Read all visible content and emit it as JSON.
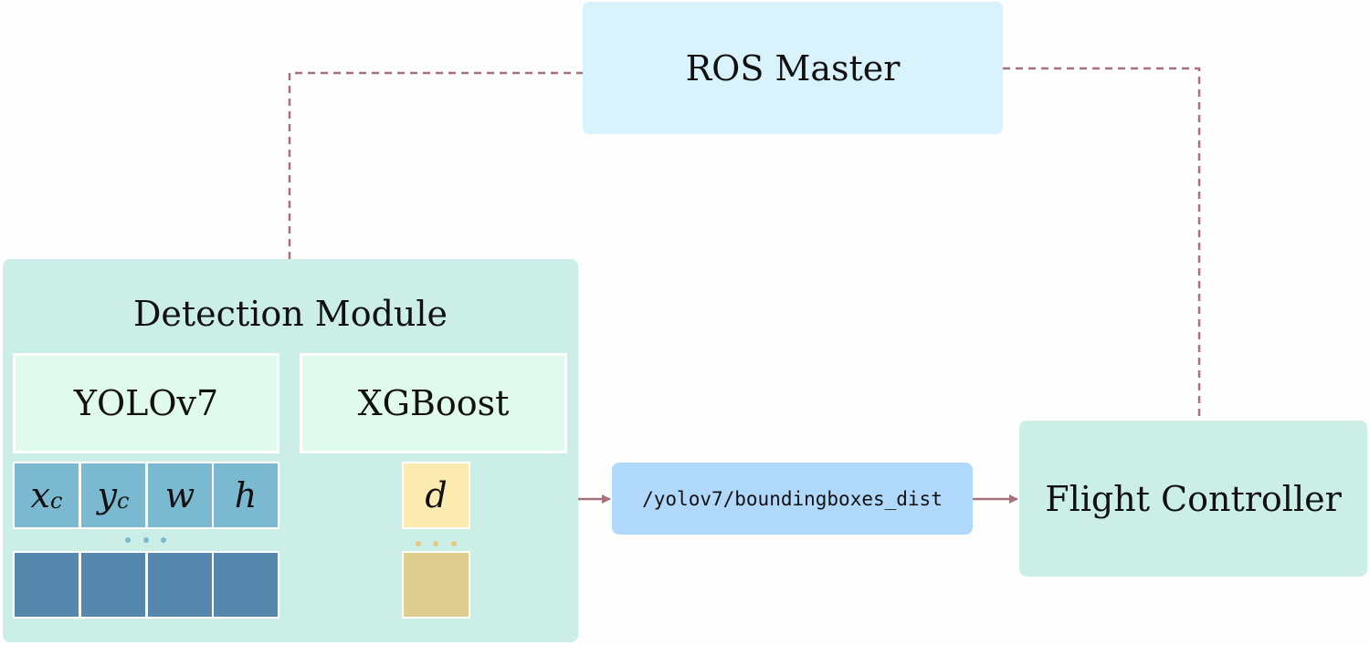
{
  "ros_master": {
    "label": "ROS Master"
  },
  "detection_module": {
    "title": "Detection Module",
    "yolo_label": "YOLOv7",
    "xgboost_label": "XGBoost",
    "features": [
      {
        "symbol": "x",
        "subscript": "c"
      },
      {
        "symbol": "y",
        "subscript": "c"
      },
      {
        "symbol": "w",
        "subscript": ""
      },
      {
        "symbol": "h",
        "subscript": ""
      }
    ],
    "distance_symbol": "d"
  },
  "topic": {
    "label": "/yolov7/boundingboxes_dist"
  },
  "flight_controller": {
    "label": "Flight Controller"
  },
  "colors": {
    "connector": "#a7707b",
    "ros_master_fill": "#d9f3fd",
    "module_fill": "#cbefe7",
    "algo_fill": "#e0fbee",
    "feature_fill": "#7bb9d0",
    "feature_dark_fill": "#5688ad",
    "distance_fill": "#fcebb0",
    "distance_dark_fill": "#dfcc8f",
    "topic_fill": "#b0d8fb"
  }
}
